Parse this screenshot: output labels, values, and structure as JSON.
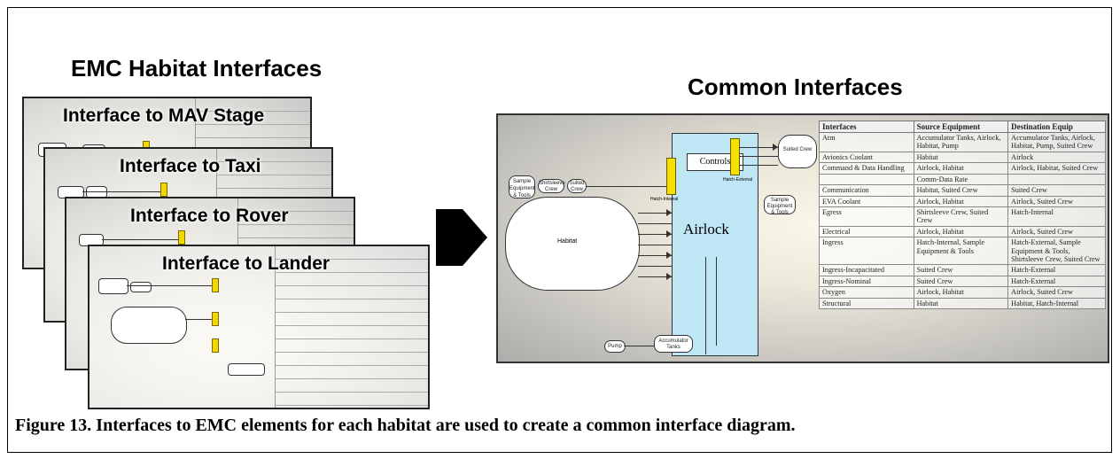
{
  "left_title": "EMC Habitat Interfaces",
  "right_title": "Common Interfaces",
  "caption": "Figure 13. Interfaces to EMC elements for each habitat are used to create a common interface diagram.",
  "slides": [
    {
      "title": "Interface to MAV Stage"
    },
    {
      "title": "Interface to Taxi"
    },
    {
      "title": "Interface to Rover"
    },
    {
      "title": "Interface to Lander"
    }
  ],
  "common": {
    "controls_label": "Controls",
    "airlock_label": "Airlock",
    "habitat_label": "Habitat",
    "suited_crew_label": "Suited Crew",
    "sample_equipment_label": "Sample Equipment & Tools",
    "shirtsleeve_crew_label": "Shirtsleeve Crew",
    "pump_label": "Pump",
    "accumulator_label": "Accumulator Tanks",
    "hatch_internal_label": "Hatch-Internal",
    "hatch_external_label": "Hatch-External",
    "table": {
      "headers": [
        "Interfaces",
        "Source Equipment",
        "Destination Equip"
      ],
      "rows": [
        [
          "Atm",
          "Accumulator Tanks, Airlock, Habitat, Pump",
          "Accumulator Tanks, Airlock, Habitat, Pump, Suited Crew"
        ],
        [
          "Avionics Coolant",
          "Habitat",
          "Airlock"
        ],
        [
          "Command & Data Handling",
          "Airlock, Habitat",
          "Airlock, Habitat, Suited Crew"
        ],
        [
          "",
          "Comm-Data Rate",
          ""
        ],
        [
          "Communication",
          "Habitat, Suited Crew",
          "Suited Crew"
        ],
        [
          "EVA Coolant",
          "Airlock, Habitat",
          "Airlock, Suited Crew"
        ],
        [
          "Egress",
          "Shirtsleeve Crew, Suited Crew",
          "Hatch-Internal"
        ],
        [
          "Electrical",
          "Airlock, Habitat",
          "Airlock, Suited Crew"
        ],
        [
          "Ingress",
          "Hatch-Internal, Sample Equipment & Tools",
          "Hatch-External, Sample Equipment & Tools, Shirtsleeve Crew, Suited Crew"
        ],
        [
          "Ingress-Incapacitated",
          "Suited Crew",
          "Hatch-External"
        ],
        [
          "Ingress-Nominal",
          "Suited Crew",
          "Hatch-External"
        ],
        [
          "Oxygen",
          "Airlock, Habitat",
          "Airlock, Suited Crew"
        ],
        [
          "Structural",
          "Habitat",
          "Habitat, Hatch-Internal"
        ]
      ]
    }
  }
}
